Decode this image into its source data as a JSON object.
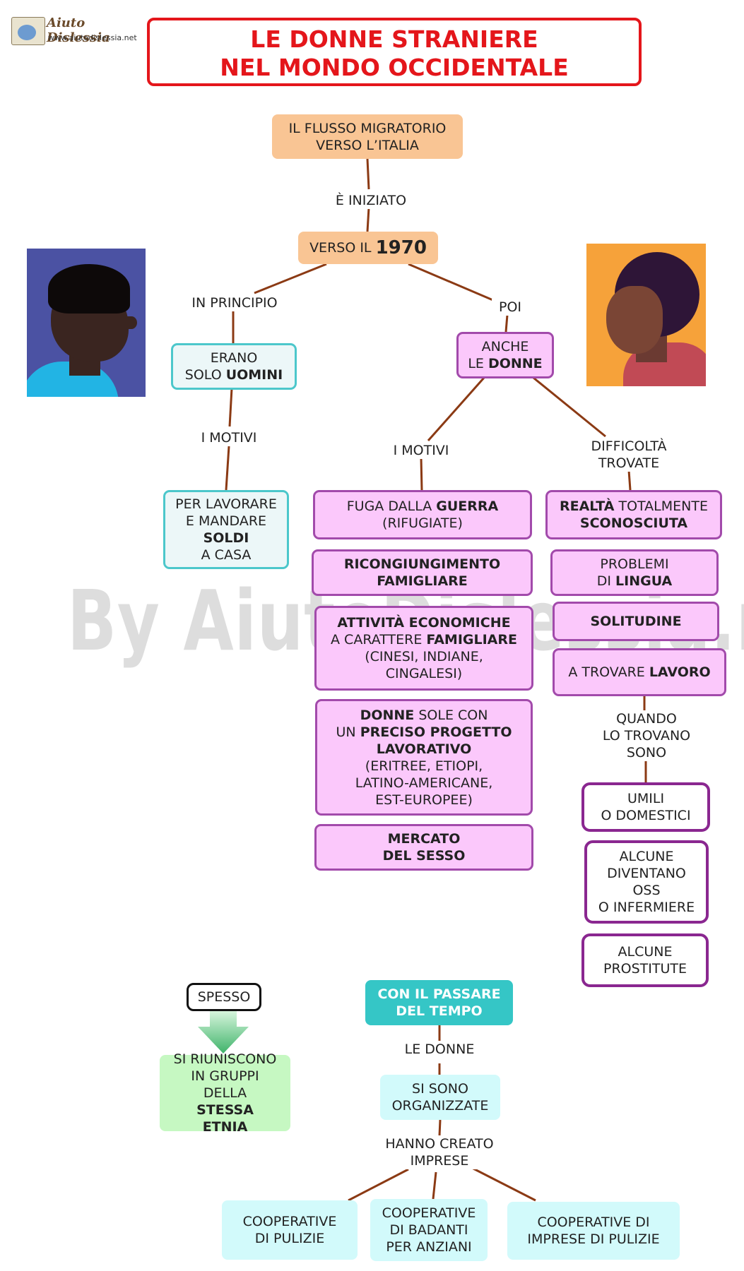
{
  "logo": {
    "name": "Aiuto Dislessia",
    "url": "www.aiutodislessia.net"
  },
  "title": {
    "line1": "LE DONNE STRANIERE",
    "line2": "NEL MONDO OCCIDENTALE"
  },
  "watermark": "By AiutoDislessia.net",
  "colors": {
    "title_red": "#e4161b",
    "line_brown": "#8b3a14",
    "pink_fill": "#fbc8fb",
    "purple_border": "#8a2790",
    "teal": "#35c6c6"
  },
  "nodes": {
    "flusso": "IL FLUSSO MIGRATORIO\nVERSO L’ITALIA",
    "iniziato": "È INIZIATO",
    "verso_prefix": "VERSO IL ",
    "verso_year": "1970",
    "in_principio": "IN PRINCIPIO",
    "poi": "POI",
    "erano_1": "ERANO",
    "erano_2": "SOLO ",
    "erano_bold": "UOMINI",
    "motivi_left": "I MOTIVI",
    "per_lavorare_1": "PER LAVORARE\nE MANDARE",
    "per_lavorare_bold": "SOLDI",
    "per_lavorare_2": "A CASA",
    "anche_1": "ANCHE",
    "anche_2": "LE ",
    "anche_bold": "DONNE",
    "motivi_right": "I MOTIVI",
    "difficolta": "DIFFICOLTÀ\nTROVATE",
    "fuga_1": "FUGA DALLA ",
    "fuga_bold": "GUERRA",
    "fuga_2": "(RIFUGIATE)",
    "ricong": "RICONGIUNGIMENTO\nFAMIGLIARE",
    "attivita_bold": "ATTIVITÀ ECONOMICHE",
    "attivita_1": "A CARATTERE ",
    "attivita_bold2": "FAMIGLIARE",
    "attivita_2": "(CINESI, INDIANE,\nCINGALESI)",
    "donne_bold": "DONNE",
    "donne_1": " SOLE CON",
    "donne_2": "UN ",
    "donne_bold2": "PRECISO PROGETTO\nLAVORATIVO",
    "donne_3": "(ERITREE, ETIOPI,\nLATINO-AMERICANE,\nEST-EUROPEE)",
    "mercato": "MERCATO\nDEL SESSO",
    "realta_bold": "REALTÀ",
    "realta_1": " TOTALMENTE",
    "realta_bold2": "SCONOSCIUTA",
    "problemi_1": "PROBLEMI",
    "problemi_2": "DI ",
    "problemi_bold": "LINGUA",
    "solitudine": "SOLITUDINE",
    "trovare_1": "A TROVARE ",
    "trovare_bold": "LAVORO",
    "quando": "QUANDO\nLO TROVANO\nSONO",
    "umili": "UMILI\nO DOMESTICI",
    "alcune_oss": "ALCUNE\nDIVENTANO\nOSS\nO INFERMIERE",
    "alcune_prost": "ALCUNE\nPROSTITUTE",
    "spesso": "SPESSO",
    "riuniscono_1": "SI RIUNISCONO\nIN GRUPPI\nDELLA ",
    "riuniscono_bold": "STESSA\nETNIA",
    "passare": "CON IL PASSARE\nDEL TEMPO",
    "le_donne": "LE DONNE",
    "organizzate": "SI SONO\nORGANIZZATE",
    "hanno_creato": "HANNO CREATO\nIMPRESE",
    "coop1": "COOPERATIVE\nDI PULIZIE",
    "coop2": "COOPERATIVE\nDI BADANTI\nPER ANZIANI",
    "coop3": "COOPERATIVE DI\nIMPRESE DI PULIZIE"
  }
}
